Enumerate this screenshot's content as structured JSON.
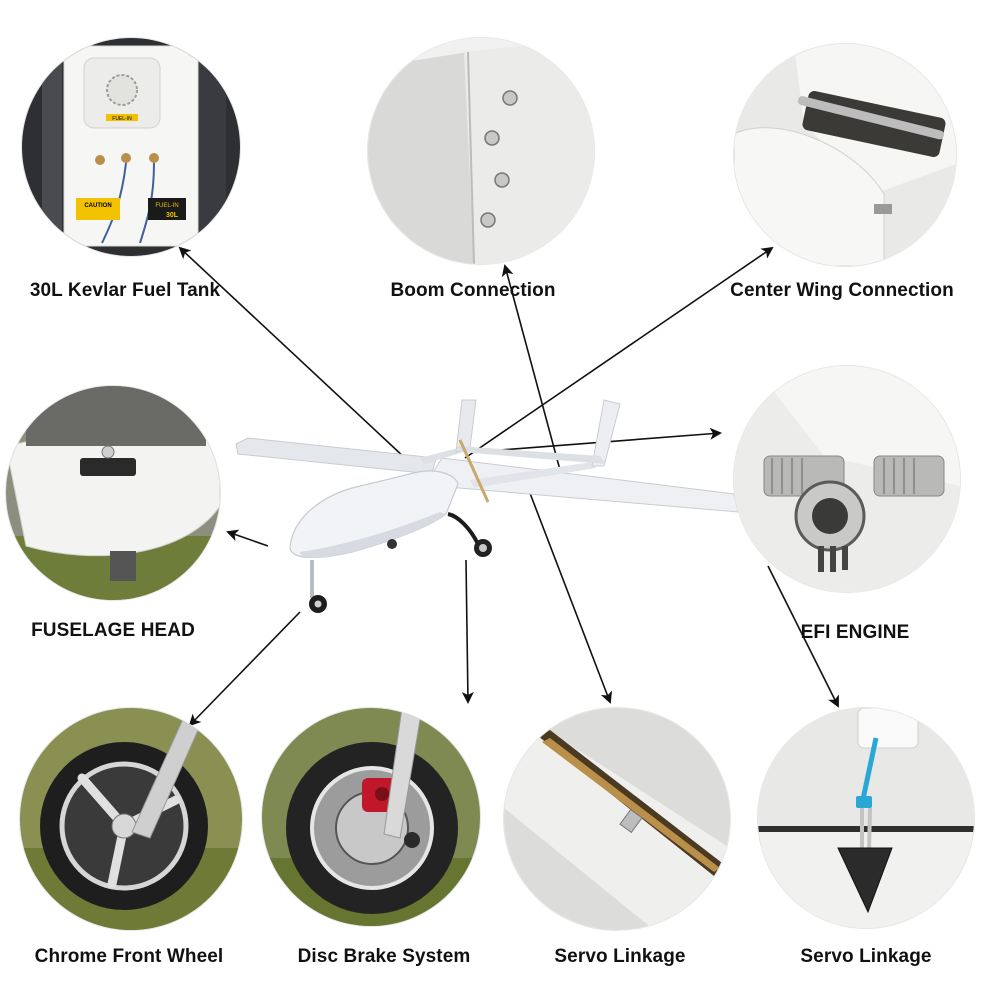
{
  "callouts": [
    {
      "id": "fuel-tank",
      "label": "30L Kevlar Fuel Tank",
      "tank_text": {
        "cap": "FUEL-IN",
        "caution": "CAUTION",
        "fuel_in": "FUEL-IN",
        "capacity": "30L"
      }
    },
    {
      "id": "boom-connection",
      "label": "Boom Connection"
    },
    {
      "id": "center-wing-connection",
      "label": "Center Wing Connection"
    },
    {
      "id": "fuselage-head",
      "label": "FUSELAGE HEAD"
    },
    {
      "id": "efi-engine",
      "label": "EFI ENGINE"
    },
    {
      "id": "chrome-front-wheel",
      "label": "Chrome Front Wheel"
    },
    {
      "id": "disc-brake-system",
      "label": "Disc Brake System"
    },
    {
      "id": "servo-linkage-1",
      "label": "Servo Linkage"
    },
    {
      "id": "servo-linkage-2",
      "label": "Servo Linkage"
    }
  ],
  "colors": {
    "arrow": "#111111",
    "airframe": "#eceef2",
    "grass": "#6f7d3a",
    "caution_yellow": "#f2c200"
  }
}
